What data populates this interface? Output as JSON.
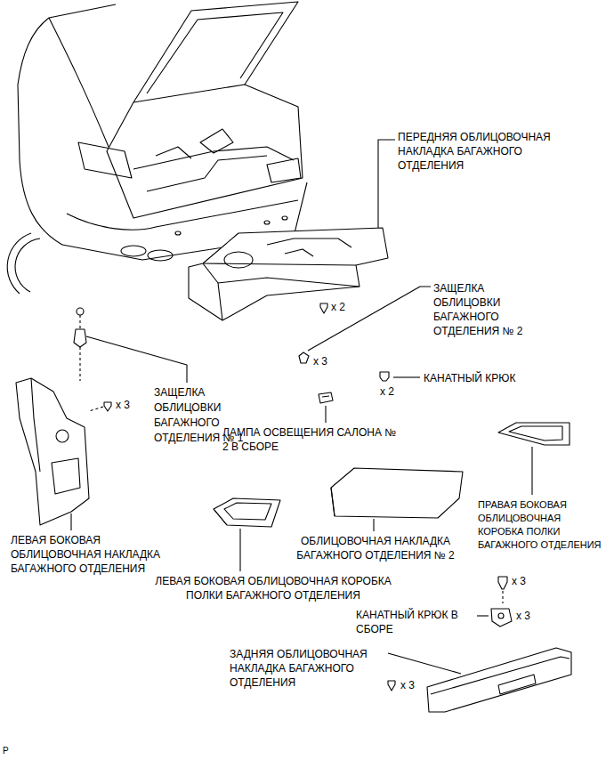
{
  "diagram": {
    "labels": [
      "ПЕРЕДНЯЯ ОБЛИЦОВОЧНАЯ НАКЛАДКА БАГАЖНОГО ОТДЕЛЕНИЯ",
      "x 2",
      "ЗАЩЕЛКА ОБЛИЦОВКИ БАГАЖНОГО ОТДЕЛЕНИЯ № 2",
      "x 3",
      "x 3",
      "ЗАЩЕЛКА ОБЛИЦОВКИ БАГАЖНОГО ОТДЕЛЕНИЯ № 1",
      "КАНАТНЫЙ КРЮК",
      "x 2",
      "ЛАМПА ОСВЕЩЕНИЯ САЛОНА № 2 В СБОРЕ",
      "ПРАВАЯ БОКОВАЯ ОБЛИЦОВОЧНАЯ КОРОБКА ПОЛКИ БАГАЖНОГО ОТДЕЛЕНИЯ",
      "ЛЕВАЯ БОКОВАЯ ОБЛИЦОВОЧНАЯ НАКЛАДКА БАГАЖНОГО ОТДЕЛЕНИЯ",
      "ОБЛИЦОВОЧНАЯ НАКЛАДКА БАГАЖНОГО ОТДЕЛЕНИЯ № 2",
      "ЛЕВАЯ БОКОВАЯ ОБЛИЦОВОЧНАЯ КОРОБКА ПОЛКИ БАГАЖНОГО ОТДЕЛЕНИЯ",
      "x 3",
      "КАНАТНЫЙ КРЮК В СБОРЕ",
      "x 3",
      "ЗАДНЯЯ ОБЛИЦОВОЧНАЯ НАКЛАДКА БАГАЖНОГО ОТДЕЛЕНИЯ",
      "x 3",
      "P"
    ]
  }
}
